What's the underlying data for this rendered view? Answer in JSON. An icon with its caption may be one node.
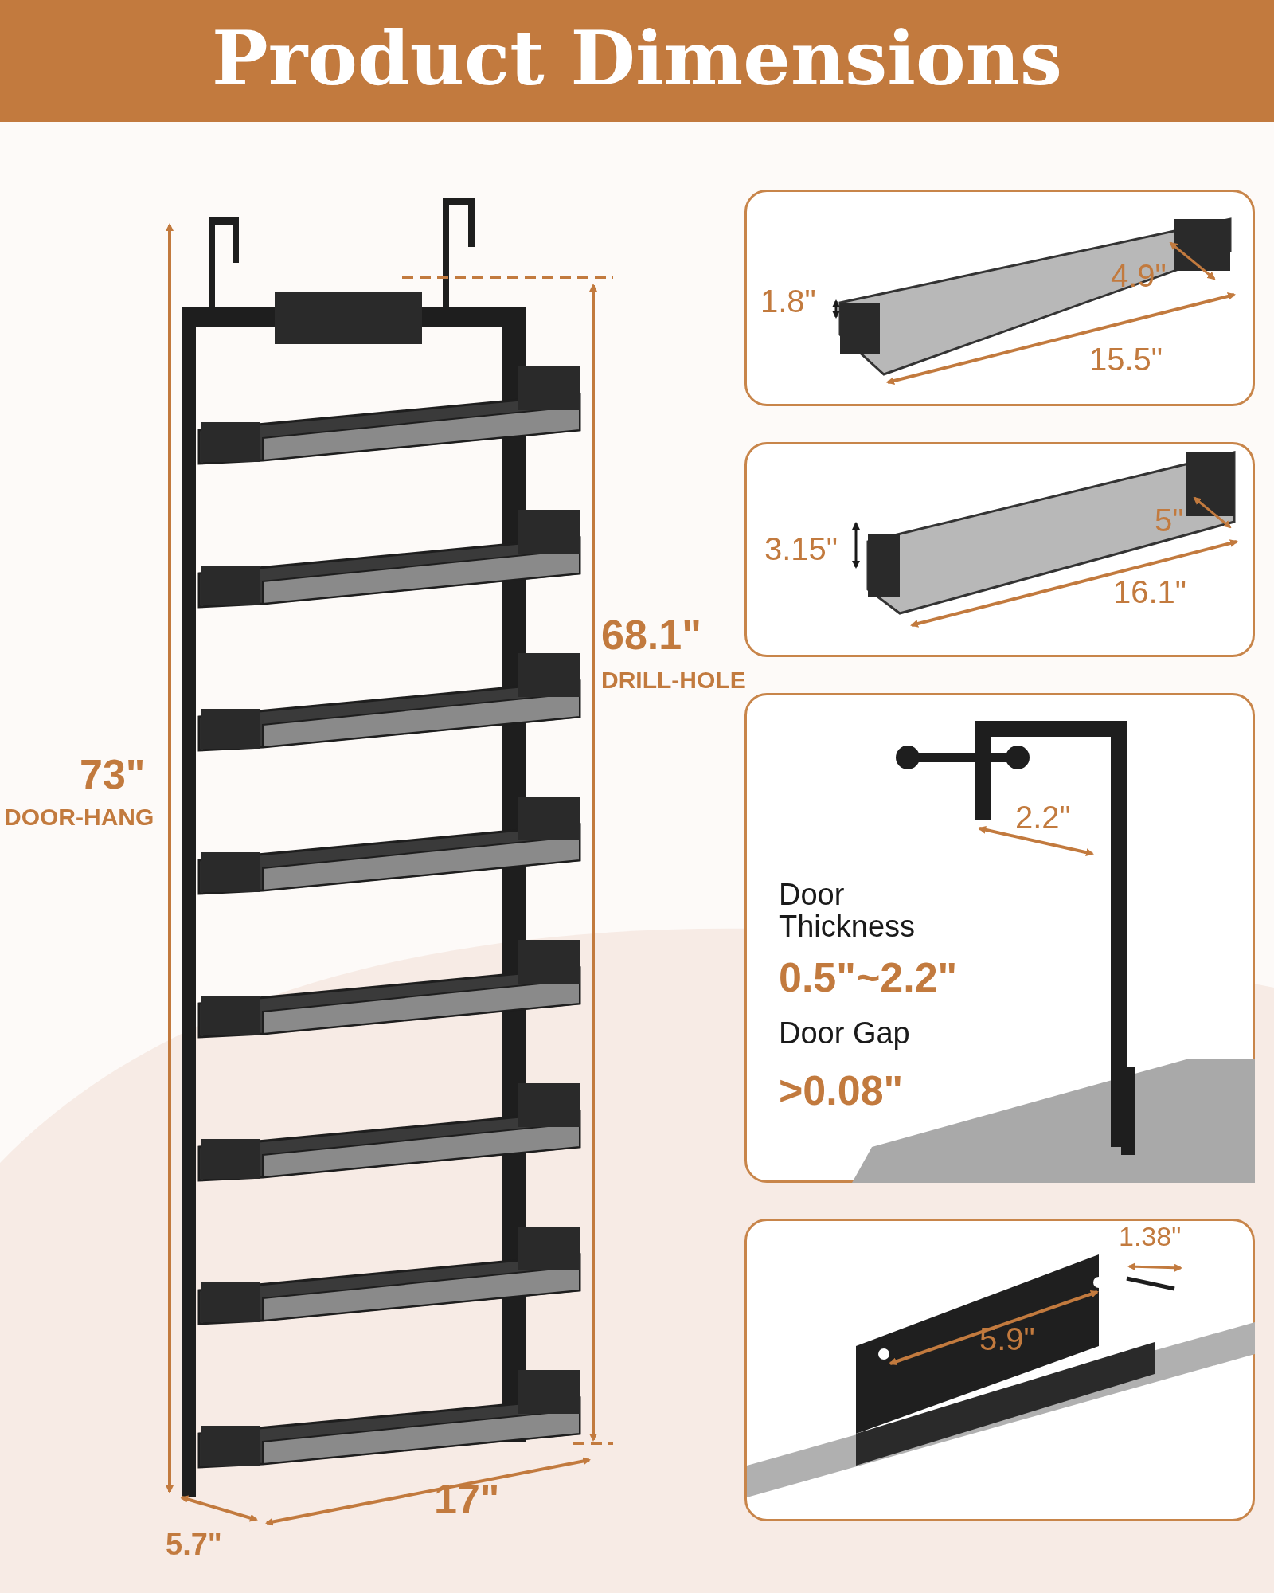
{
  "diagram": {
    "title": "Product Dimensions",
    "labels": [
      "73\"",
      "DOOR-HANG",
      "68.1\"",
      "DRILL-HOLE",
      "17\"",
      "5.7\"",
      "1.8\"",
      "4.9\"",
      "15.5\"",
      "3.15\"",
      "5\"",
      "16.1\"",
      "2.2\"",
      "Door Thickness",
      "0.5\"~2.2\"",
      "Door Gap",
      ">0.08\"",
      "1.38\"",
      "5.9\""
    ]
  }
}
